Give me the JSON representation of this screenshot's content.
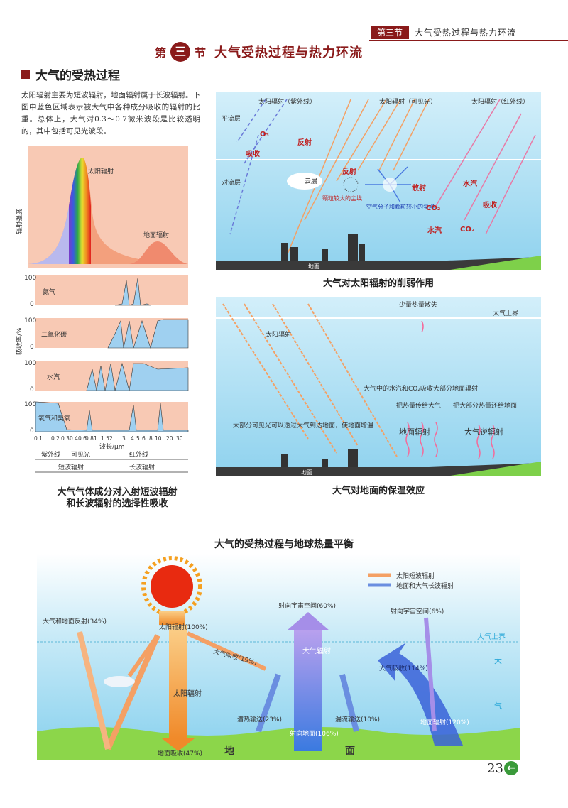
{
  "header": {
    "section_badge": "第三节",
    "section_title": "大气受热过程与热力环流"
  },
  "title": {
    "word_left": "第",
    "badge": "三",
    "word_right": "节",
    "name": "大气受热过程与热力环流"
  },
  "subhead": "大气的受热过程",
  "intro": "太阳辐射主要为短波辐射，地面辐射属于长波辐射。下图中蓝色区域表示被大气中各种成分吸收的辐射的比重。总体上，大气对0.3～0.7微米波段是比较透明的，其中包括可见光波段。",
  "spectrum": {
    "y_label": "辐射强度",
    "solar_label": "太阳辐射",
    "ground_label": "地面辐射",
    "absorb_label": "吸收率/%",
    "rows": [
      {
        "label": "氮气",
        "max": "100",
        "min": "0"
      },
      {
        "label": "二氧化碳",
        "max": "100",
        "min": "0"
      },
      {
        "label": "水汽",
        "max": "100",
        "min": "0"
      },
      {
        "label": "氧气和臭氧",
        "max": "100",
        "min": "0"
      }
    ],
    "ticks": [
      "0.1",
      "0.2",
      "0.3",
      "0.4",
      "0.6",
      "0.8",
      "1",
      "1.5",
      "2",
      "3",
      "4",
      "5",
      "6",
      "8",
      "10",
      "20",
      "30"
    ],
    "x_label": "波长/μm",
    "bands": {
      "uv": "紫外线",
      "visible": "可见光",
      "ir": "红外线",
      "short": "短波辐射",
      "long": "长波辐射"
    },
    "caption_line1": "大气气体成分对入射短波辐射",
    "caption_line2": "和长波辐射的选择性吸收"
  },
  "weaken": {
    "strat": "平流层",
    "tropo": "对流层",
    "uv": "太阳辐射（紫外线）",
    "vis": "太阳辐射（可见光）",
    "ir": "太阳辐射（红外线）",
    "o3": "O₃",
    "absorb": "吸收",
    "reflect": "反射",
    "cloud": "云层",
    "big_dust": "颗粒较大的尘埃",
    "scatter": "散射",
    "small": "空气分子和颗粒较小的尘埃",
    "vapor": "水汽",
    "co2": "CO₂",
    "ground": "地面",
    "caption": "大气对太阳辐射的削弱作用"
  },
  "green": {
    "loss": "少量热量散失",
    "top": "大气上界",
    "solar": "太阳辐射",
    "absorb_text": "大气中的水汽和CO₂吸收大部分地面辐射",
    "transfer": "把热量传给大气",
    "return": "把大部分热量还给地面",
    "visible_text": "大部分可见光可以透过大气到达地面，使地面增温",
    "ground_rad": "地面辐射",
    "counter": "大气逆辐射",
    "ground": "地面",
    "caption": "大气对地面的保温效应"
  },
  "balance": {
    "title": "大气的受热过程与地球热量平衡",
    "legend_short": "太阳短波辐射",
    "legend_long": "地面和大气长波辐射",
    "reflect": "大气和地面反射(34%)",
    "solar": "太阳辐射(100%)",
    "atm_absorb": "大气吸收(19%)",
    "to_space_60": "射向宇宙空间(60%)",
    "to_space_6": "射向宇宙空间(6%)",
    "top": "大气上界",
    "atm_rad": "大气辐射",
    "atm_absorb_114": "大气吸收(114%)",
    "latent": "潜热输送(23%)",
    "turb": "湍流输送(10%)",
    "to_ground": "射向地面(106%)",
    "ground_rad": "地面辐射(120%)",
    "ground_absorb": "地面吸收(47%)",
    "solar_down": "太阳辐射",
    "di": "地",
    "mian": "面",
    "da": "大",
    "qi": "气"
  },
  "page_number": "23",
  "colors": {
    "brand": "#8a1a1a",
    "sky": "#bfe6f5",
    "salmon": "#f6c3b0",
    "orange": "#f39a3c",
    "blue": "#5a78d8"
  }
}
